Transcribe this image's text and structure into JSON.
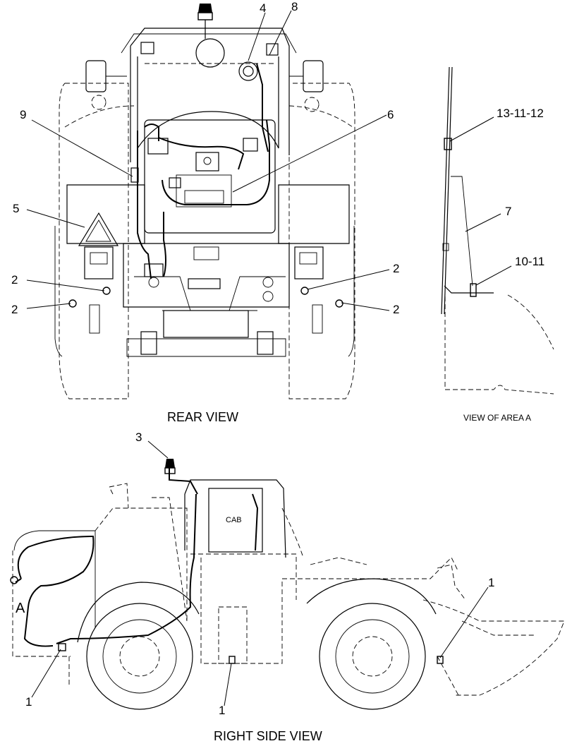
{
  "rear_view": {
    "caption": "REAR VIEW",
    "callouts": [
      "9",
      "5",
      "2",
      "2",
      "4",
      "8",
      "6",
      "2",
      "2"
    ]
  },
  "area_view": {
    "caption": "VIEW OF AREA A",
    "callouts": [
      "13-11-12",
      "7",
      "10-11"
    ]
  },
  "side_view": {
    "caption": "RIGHT SIDE VIEW",
    "callouts": [
      "3",
      "1",
      "1",
      "1"
    ],
    "cab_label": "CAB",
    "area_marker": "A"
  }
}
